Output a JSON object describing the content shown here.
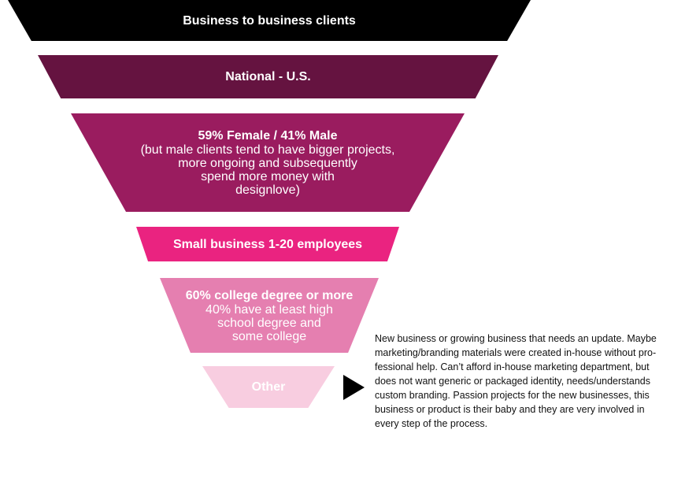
{
  "colors": {
    "tier_1": "#000000",
    "tier_2": "#651340",
    "tier_3": "#9a1c5f",
    "tier_4": "#ea2380",
    "tier_5": "#e57fb0",
    "tier_6": "#f8cde0"
  },
  "funnel": {
    "tiers": [
      {
        "title": "Business to business clients",
        "subtitle": ""
      },
      {
        "title": "National - U.S.",
        "subtitle": ""
      },
      {
        "title": "59% Female / 41% Male",
        "subtitle": "(but male clients tend to have bigger projects,\nmore ongoing and subsequently\nspend more money with\ndesignlove)"
      },
      {
        "title": "Small business 1-20 employees",
        "subtitle": ""
      },
      {
        "title": "60% college degree or more",
        "subtitle": "40% have at least high\nschool degree and\nsome college"
      },
      {
        "title": "Other",
        "subtitle": ""
      }
    ]
  },
  "arrow_icon": "play-triangle-icon",
  "note": {
    "text": "New business or growing business that needs an update.  Maybe\nmarketing/branding materials were created in-house without pro-\nfessional help. Can’t afford in-house marketing department, but\ndoes not want generic or packaged identity, needs/understands\ncustom branding.  Passion projects for the new businesses, this\nbusiness or product is their baby and they are very involved in\nevery step of the process."
  }
}
